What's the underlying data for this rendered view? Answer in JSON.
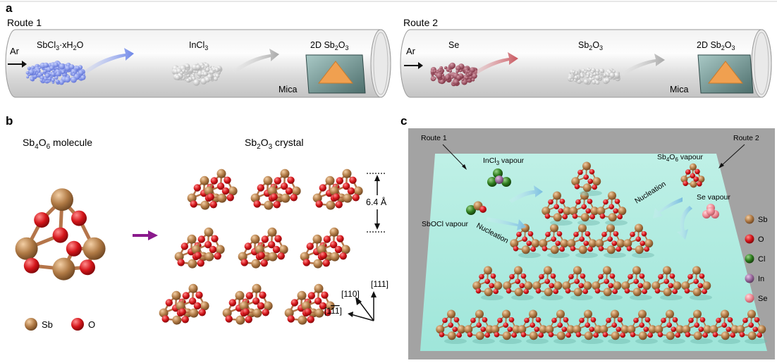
{
  "panel_a": {
    "label": "a",
    "route1": {
      "title": "Route 1",
      "carrier": "Ar",
      "precursor_main": "SbCl",
      "precursor_sub": "3",
      "precursor_tail": "·xH",
      "precursor_sub2": "2",
      "precursor_end": "O",
      "middle_main": "InCl",
      "middle_sub": "3",
      "product_prefix": "2D Sb",
      "product_sub1": "2",
      "product_mid": "O",
      "product_sub2": "3",
      "substrate": "Mica"
    },
    "route2": {
      "title": "Route 2",
      "carrier": "Ar",
      "precursor": "Se",
      "middle_main": "Sb",
      "middle_sub1": "2",
      "middle_mid": "O",
      "middle_sub2": "3",
      "product_prefix": "2D Sb",
      "product_sub1": "2",
      "product_mid": "O",
      "product_sub2": "3",
      "substrate": "Mica"
    }
  },
  "panel_b": {
    "label": "b",
    "molecule_title_main": "Sb",
    "molecule_sub1": "4",
    "molecule_mid": "O",
    "molecule_sub2": "6",
    "molecule_tail": " molecule",
    "crystal_title_main": "Sb",
    "crystal_sub1": "2",
    "crystal_mid": "O",
    "crystal_sub2": "3",
    "crystal_tail": " crystal",
    "spacing": "6.4 Å",
    "dir_111": "[111]",
    "dir_110": "[110]",
    "dir_1b11_open": "[1",
    "dir_1b11_bar1": "1",
    "dir_1b11_bar2": "1",
    "dir_1b11_close": "]",
    "legend": [
      {
        "label": "Sb",
        "color": "#b07a45"
      },
      {
        "label": "O",
        "color": "#d4151a"
      }
    ]
  },
  "panel_c": {
    "label": "c",
    "route1": "Route 1",
    "route2": "Route 2",
    "incl3_main": "InCl",
    "incl3_sub": "3",
    "incl3_tail": " vapour",
    "sbocl": "SbOCl vapour",
    "sb4o6_main": "Sb",
    "sb4o6_sub1": "4",
    "sb4o6_mid": "O",
    "sb4o6_sub2": "6",
    "sb4o6_tail": " vapour",
    "se_vapour": "Se vapour",
    "nucleation_left": "Nucleation",
    "nucleation_right": "Nucleation",
    "legend": [
      {
        "label": "Sb",
        "color": "#b07a45"
      },
      {
        "label": "O",
        "color": "#d4151a"
      },
      {
        "label": "Cl",
        "color": "#2e7d1e"
      },
      {
        "label": "In",
        "color": "#9b6a9f"
      },
      {
        "label": "Se",
        "color": "#ef8a95"
      }
    ]
  }
}
